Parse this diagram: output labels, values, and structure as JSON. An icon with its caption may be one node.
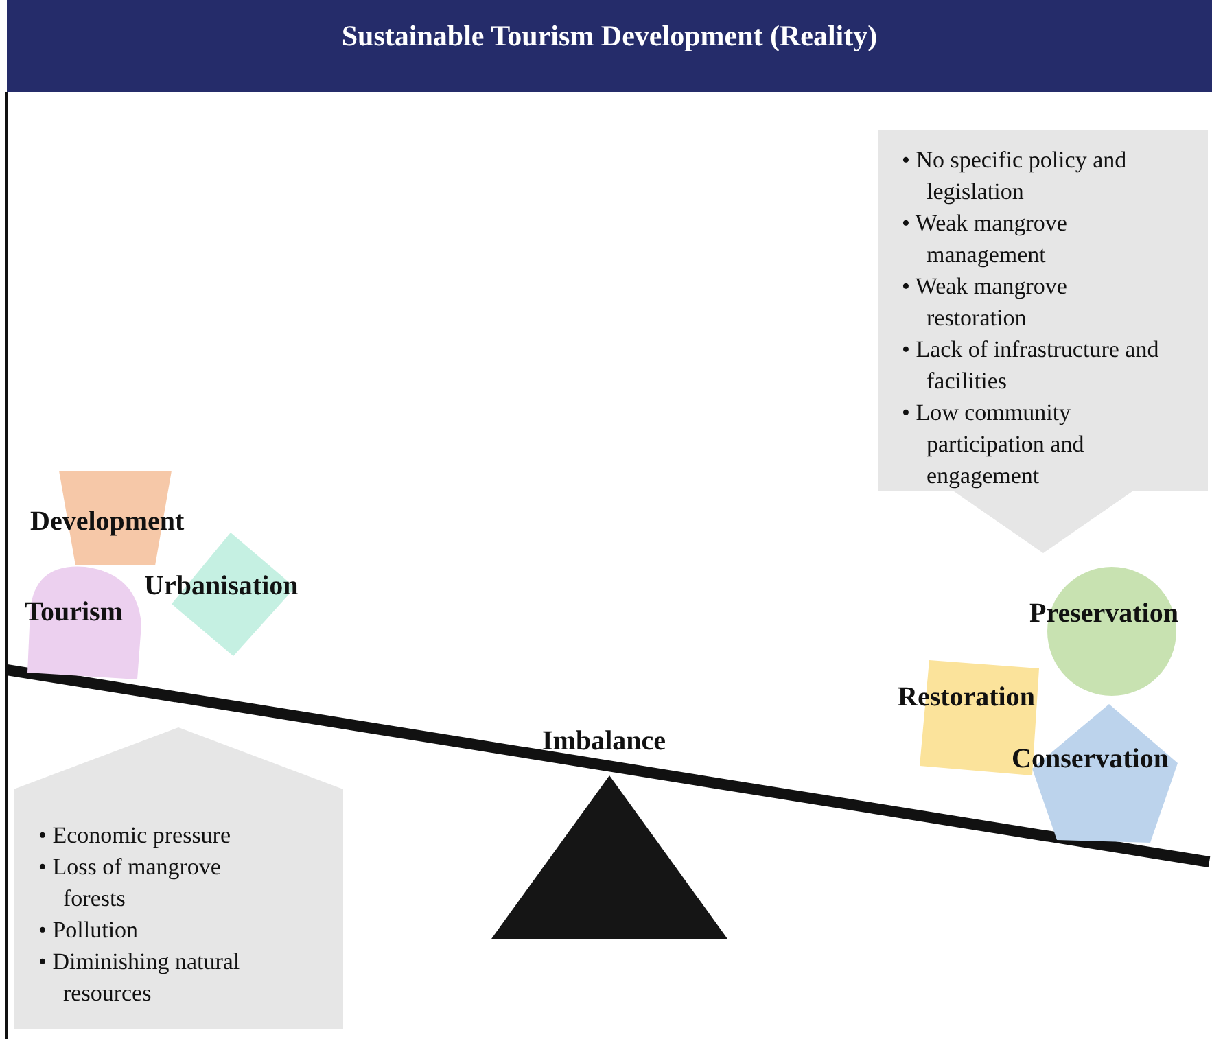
{
  "diagram": {
    "title": "Sustainable Tourism Development (Reality)",
    "nodes": [
      {
        "text": [
          "• No specific policy and legislation",
          "• Weak mangrove management",
          "• Weak mangrove restoration",
          "• Lack of infrastructure and facilities",
          "• Low community participation and engagement"
        ]
      },
      {
        "text": [
          "Development"
        ]
      },
      {
        "text": [
          "Tourism"
        ]
      },
      {
        "text": [
          "Urbanisation"
        ]
      },
      {
        "text": [
          "Preservation"
        ]
      },
      {
        "text": [
          "Restoration"
        ]
      },
      {
        "text": [
          "Conservation"
        ]
      },
      {
        "text": [
          "• Economic pressure",
          "• Loss of mangrove forests",
          "• Pollution",
          "• Diminishing natural resources"
        ]
      }
    ],
    "edges": [],
    "labels": [
      "Imbalance"
    ]
  }
}
